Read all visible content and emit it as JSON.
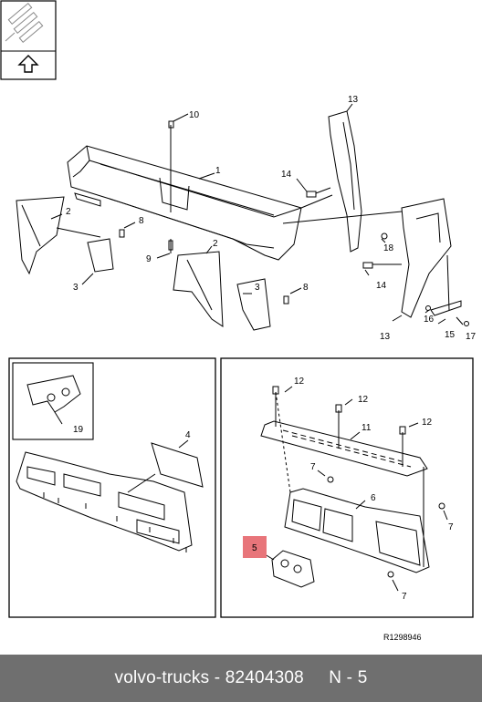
{
  "diagram": {
    "ref_code": "R1298946",
    "callouts": {
      "c1": "1",
      "c2a": "2",
      "c2b": "2",
      "c3a": "3",
      "c3b": "3",
      "c8a": "8",
      "c8b": "8",
      "c9": "9",
      "c10": "10",
      "c13a": "13",
      "c13b": "13",
      "c14a": "14",
      "c14b": "14",
      "c15": "15",
      "c16": "16",
      "c17": "17",
      "c18": "18",
      "c19": "19",
      "c4": "4",
      "c12a": "12",
      "c12b": "12",
      "c12c": "12",
      "c11": "11",
      "c7a": "7",
      "c7b": "7",
      "c7c": "7",
      "c6": "6",
      "c5": "5"
    },
    "highlight_color": "#e8757a"
  },
  "footer": {
    "text": "volvo-trucks - 82404308     N - 5"
  }
}
